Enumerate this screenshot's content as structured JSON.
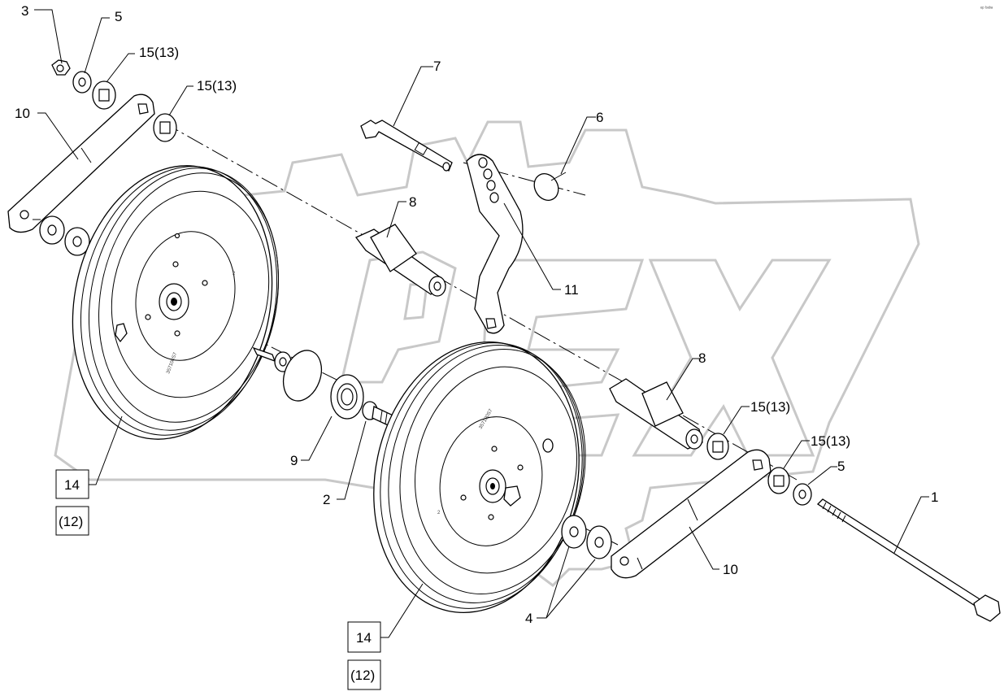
{
  "corner_mark": "ᵉᵖ ᵇᵃᵇᵃ",
  "callouts": {
    "c1": "1",
    "c2": "2",
    "c3": "3",
    "c4": "4",
    "c5a": "5",
    "c5b": "5",
    "c6": "6",
    "c7": "7",
    "c8a": "8",
    "c8b": "8",
    "c9": "9",
    "c10a": "10",
    "c10b": "10",
    "c11": "11",
    "c15a": "15(13)",
    "c15b": "15(13)",
    "c15c": "15(13)",
    "c15d": "15(13)",
    "box14a": "14",
    "box12a": "(12)",
    "box14b": "14",
    "box12b": "(12)"
  },
  "wheel_marking": "357100S7",
  "wheel_hub_number": "2",
  "colors": {
    "line": "#000000",
    "watermark": "#c8c8c8",
    "background": "#ffffff"
  }
}
